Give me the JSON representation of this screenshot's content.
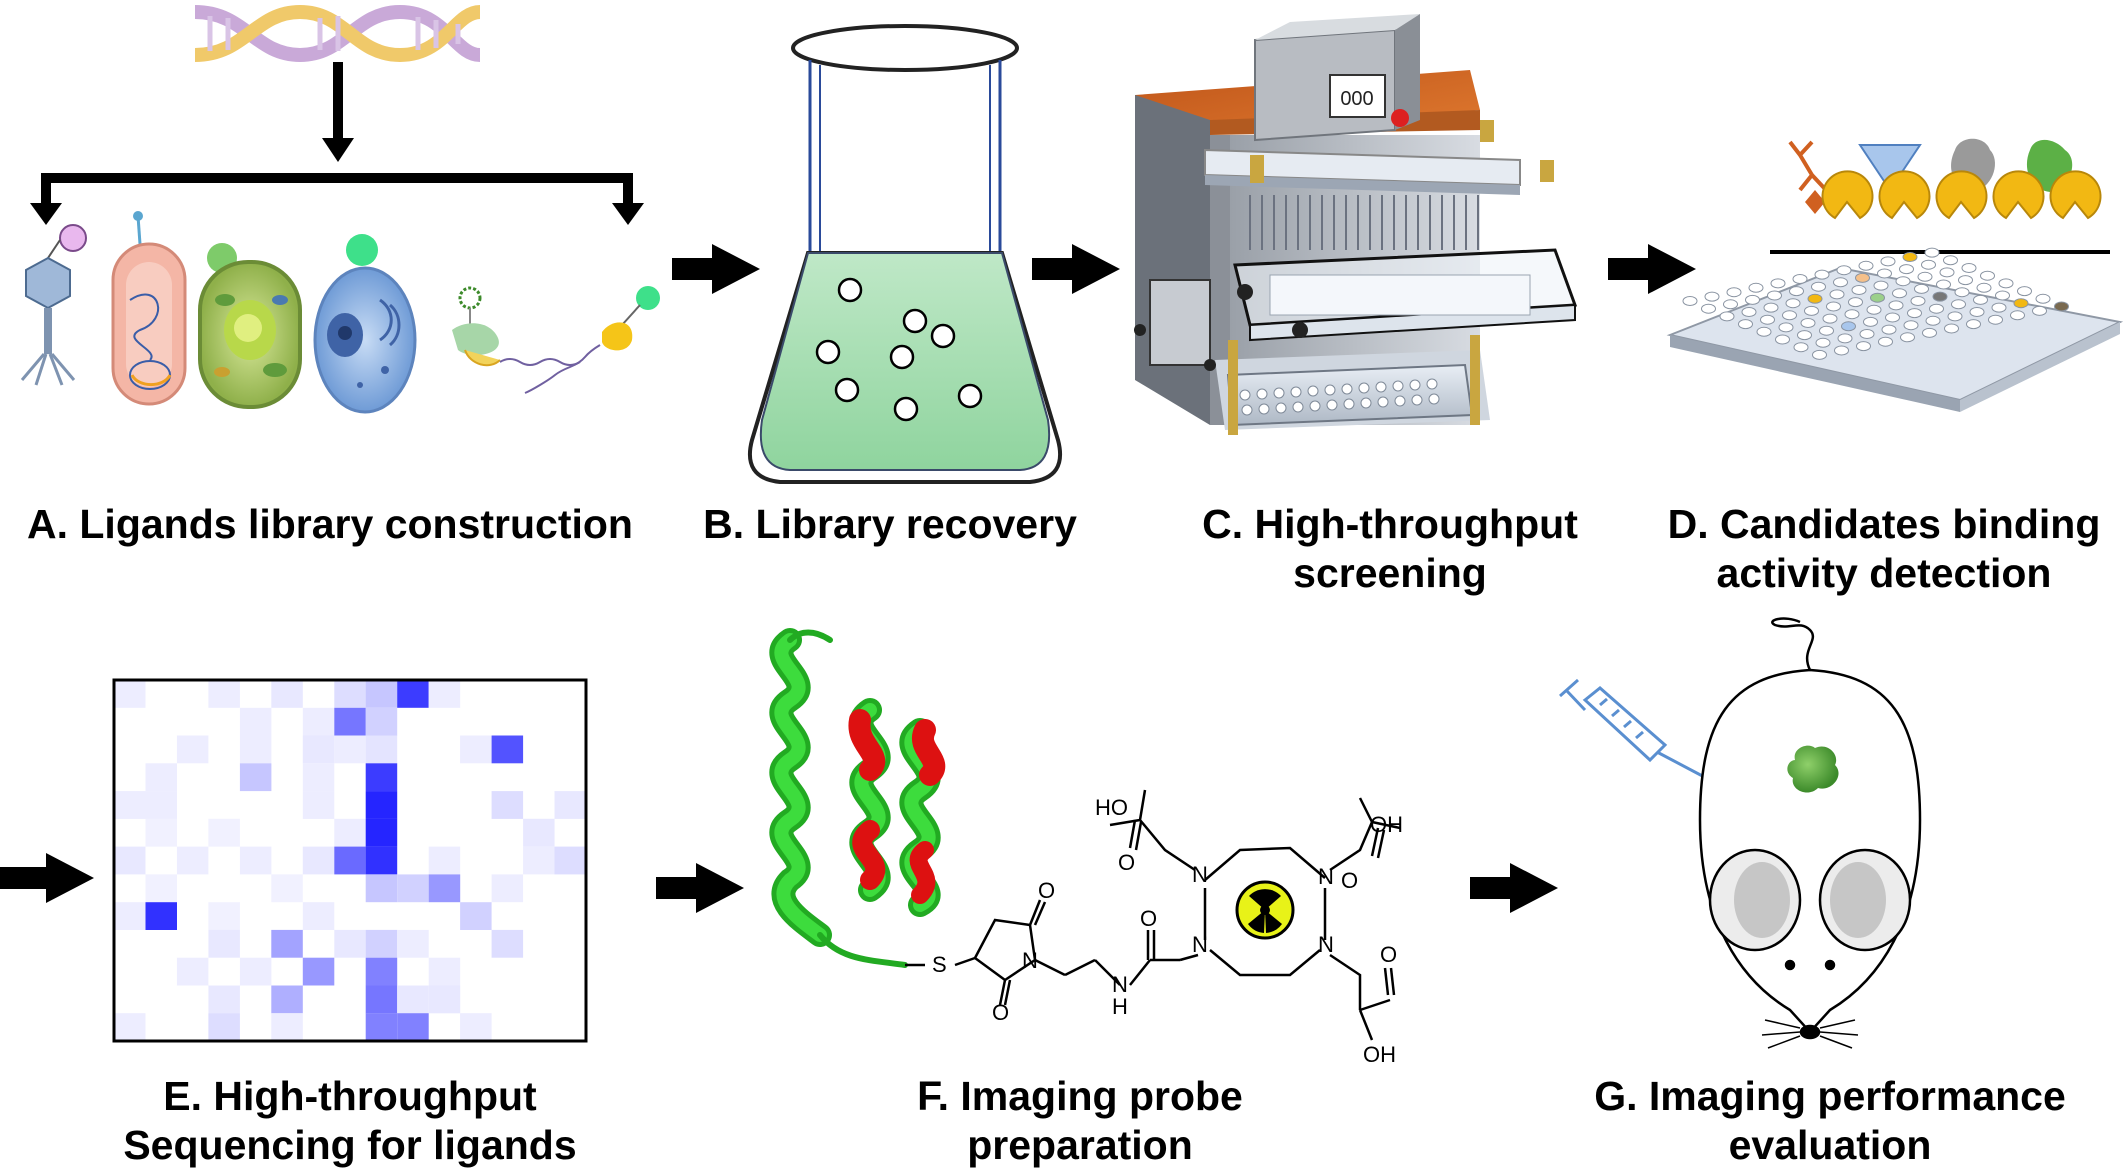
{
  "panels": {
    "A": {
      "label_lines": [
        "A. Ligands library construction"
      ]
    },
    "B": {
      "label_lines": [
        "B. Library recovery"
      ]
    },
    "C": {
      "label_lines": [
        "C. High-throughput",
        "screening"
      ],
      "display": "000"
    },
    "D": {
      "label_lines": [
        "D. Candidates binding",
        "activity detection"
      ]
    },
    "E": {
      "label_lines": [
        "E. High-throughput",
        "Sequencing for ligands"
      ]
    },
    "F": {
      "label_lines": [
        "F. Imaging probe",
        "preparation"
      ],
      "chem": {
        "ho1": "HO",
        "oh1": "OH",
        "oh2": "OH",
        "o1": "O",
        "o2": "O",
        "o3": "O",
        "o4": "O",
        "o5": "O",
        "n1": "N",
        "n2": "N",
        "n3": "N",
        "n4": "N",
        "n5": "N",
        "nh": "H",
        "s": "S"
      }
    },
    "G": {
      "label_lines": [
        "G. Imaging performance",
        "evaluation"
      ]
    }
  },
  "colors": {
    "arrow": "#000000",
    "heatmap_dark": "#1a1aff",
    "liquid": "#c9ecd0",
    "helix": "#22cc22",
    "helix_accent": "#dd1111"
  },
  "heatmap_cells": [
    {
      "r": 0,
      "c": 0,
      "v": 0.08
    },
    {
      "r": 0,
      "c": 3,
      "v": 0.08
    },
    {
      "r": 0,
      "c": 5,
      "v": 0.1
    },
    {
      "r": 0,
      "c": 7,
      "v": 0.15
    },
    {
      "r": 0,
      "c": 8,
      "v": 0.25
    },
    {
      "r": 0,
      "c": 9,
      "v": 0.85
    },
    {
      "r": 0,
      "c": 10,
      "v": 0.08
    },
    {
      "r": 1,
      "c": 6,
      "v": 0.08
    },
    {
      "r": 1,
      "c": 7,
      "v": 0.6
    },
    {
      "r": 1,
      "c": 8,
      "v": 0.2
    },
    {
      "r": 1,
      "c": 4,
      "v": 0.08
    },
    {
      "r": 2,
      "c": 2,
      "v": 0.08
    },
    {
      "r": 2,
      "c": 4,
      "v": 0.08
    },
    {
      "r": 2,
      "c": 6,
      "v": 0.1
    },
    {
      "r": 2,
      "c": 7,
      "v": 0.08
    },
    {
      "r": 2,
      "c": 8,
      "v": 0.12
    },
    {
      "r": 2,
      "c": 11,
      "v": 0.08
    },
    {
      "r": 2,
      "c": 12,
      "v": 0.75
    },
    {
      "r": 3,
      "c": 1,
      "v": 0.08
    },
    {
      "r": 3,
      "c": 4,
      "v": 0.25
    },
    {
      "r": 3,
      "c": 6,
      "v": 0.08
    },
    {
      "r": 3,
      "c": 8,
      "v": 0.85
    },
    {
      "r": 4,
      "c": 0,
      "v": 0.08
    },
    {
      "r": 4,
      "c": 1,
      "v": 0.08
    },
    {
      "r": 4,
      "c": 6,
      "v": 0.08
    },
    {
      "r": 4,
      "c": 8,
      "v": 0.95
    },
    {
      "r": 4,
      "c": 12,
      "v": 0.15
    },
    {
      "r": 4,
      "c": 14,
      "v": 0.1
    },
    {
      "r": 5,
      "c": 1,
      "v": 0.06
    },
    {
      "r": 5,
      "c": 3,
      "v": 0.06
    },
    {
      "r": 5,
      "c": 7,
      "v": 0.08
    },
    {
      "r": 5,
      "c": 8,
      "v": 0.95
    },
    {
      "r": 5,
      "c": 13,
      "v": 0.1
    },
    {
      "r": 6,
      "c": 0,
      "v": 0.1
    },
    {
      "r": 6,
      "c": 2,
      "v": 0.08
    },
    {
      "r": 6,
      "c": 4,
      "v": 0.08
    },
    {
      "r": 6,
      "c": 6,
      "v": 0.1
    },
    {
      "r": 6,
      "c": 7,
      "v": 0.65
    },
    {
      "r": 6,
      "c": 8,
      "v": 0.9
    },
    {
      "r": 6,
      "c": 10,
      "v": 0.08
    },
    {
      "r": 6,
      "c": 13,
      "v": 0.08
    },
    {
      "r": 6,
      "c": 14,
      "v": 0.15
    },
    {
      "r": 7,
      "c": 1,
      "v": 0.06
    },
    {
      "r": 7,
      "c": 5,
      "v": 0.06
    },
    {
      "r": 7,
      "c": 8,
      "v": 0.25
    },
    {
      "r": 7,
      "c": 9,
      "v": 0.2
    },
    {
      "r": 7,
      "c": 10,
      "v": 0.45
    },
    {
      "r": 7,
      "c": 12,
      "v": 0.08
    },
    {
      "r": 8,
      "c": 0,
      "v": 0.08
    },
    {
      "r": 8,
      "c": 1,
      "v": 0.9
    },
    {
      "r": 8,
      "c": 3,
      "v": 0.06
    },
    {
      "r": 8,
      "c": 6,
      "v": 0.08
    },
    {
      "r": 8,
      "c": 11,
      "v": 0.2
    },
    {
      "r": 9,
      "c": 3,
      "v": 0.1
    },
    {
      "r": 9,
      "c": 5,
      "v": 0.4
    },
    {
      "r": 9,
      "c": 7,
      "v": 0.1
    },
    {
      "r": 9,
      "c": 8,
      "v": 0.2
    },
    {
      "r": 9,
      "c": 9,
      "v": 0.08
    },
    {
      "r": 9,
      "c": 12,
      "v": 0.15
    },
    {
      "r": 10,
      "c": 2,
      "v": 0.08
    },
    {
      "r": 10,
      "c": 4,
      "v": 0.08
    },
    {
      "r": 10,
      "c": 6,
      "v": 0.45
    },
    {
      "r": 10,
      "c": 8,
      "v": 0.55
    },
    {
      "r": 10,
      "c": 10,
      "v": 0.08
    },
    {
      "r": 11,
      "c": 3,
      "v": 0.1
    },
    {
      "r": 11,
      "c": 5,
      "v": 0.35
    },
    {
      "r": 11,
      "c": 8,
      "v": 0.6
    },
    {
      "r": 11,
      "c": 9,
      "v": 0.1
    },
    {
      "r": 11,
      "c": 10,
      "v": 0.1
    },
    {
      "r": 12,
      "c": 0,
      "v": 0.08
    },
    {
      "r": 12,
      "c": 3,
      "v": 0.15
    },
    {
      "r": 12,
      "c": 5,
      "v": 0.08
    },
    {
      "r": 12,
      "c": 8,
      "v": 0.55
    },
    {
      "r": 12,
      "c": 9,
      "v": 0.55
    },
    {
      "r": 12,
      "c": 11,
      "v": 0.08
    }
  ]
}
